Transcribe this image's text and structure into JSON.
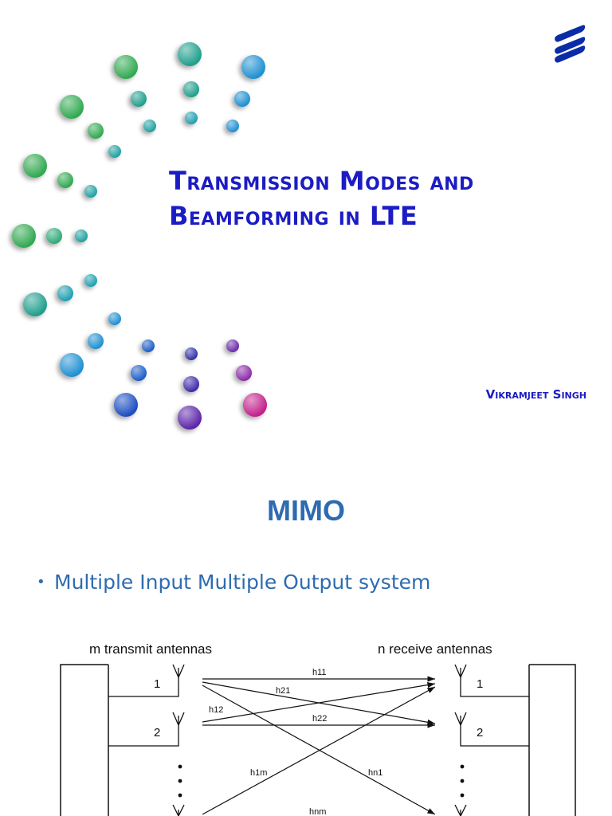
{
  "slide1": {
    "title_line1": "Transmission Modes and",
    "title_line2": "Beamforming in LTE",
    "author": "Vikramjeet Singh",
    "title_color": "#1c1cc4",
    "logo_icon": "ericsson-logo-icon",
    "logo_color": "#0a2ca8"
  },
  "slide2": {
    "title": "MIMO",
    "title_color": "#2e6bb0",
    "bullets": [
      "Multiple Input Multiple Output system"
    ],
    "diagram": {
      "tx_label": "m transmit antennas",
      "rx_label": "n receive antennas",
      "tx_1": "1",
      "tx_2": "2",
      "rx_1": "1",
      "rx_2": "2",
      "channels": {
        "h11": "h11",
        "h21": "h21",
        "h12": "h12",
        "h22": "h22",
        "h1m": "h1m",
        "hn1": "hn1",
        "hnm": "hnm"
      }
    }
  }
}
